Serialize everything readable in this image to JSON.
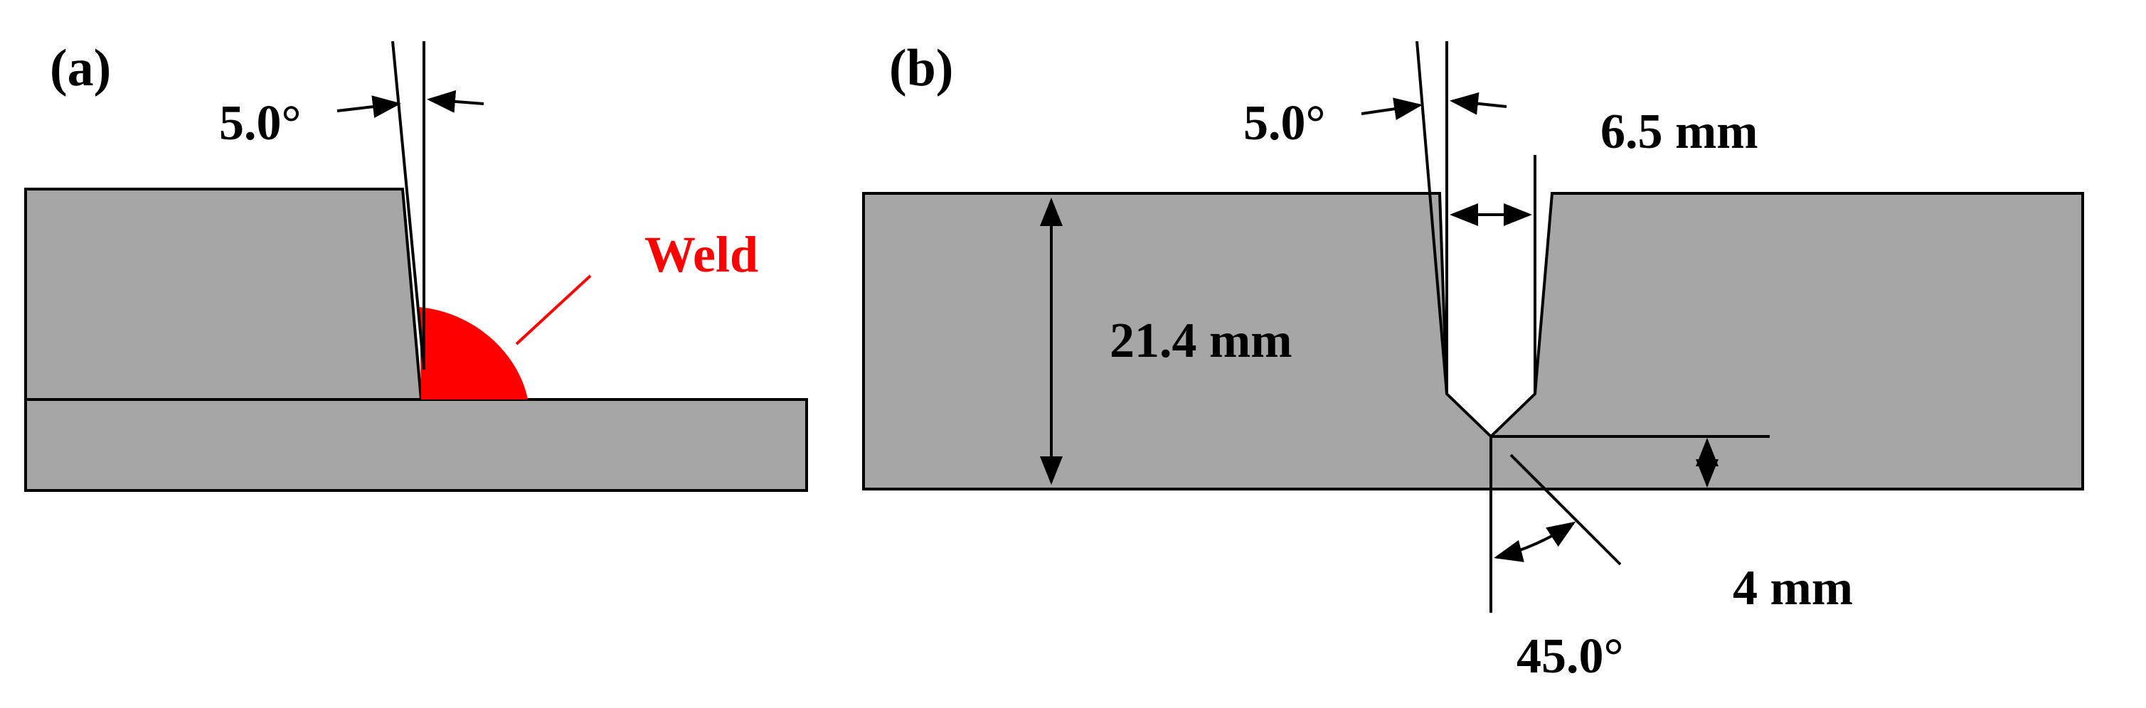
{
  "panel_a": {
    "label": "(a)",
    "angle_label": "5.0°",
    "weld_label": "Weld"
  },
  "panel_b": {
    "label": "(b)",
    "angle_label": "5.0°",
    "gap_label": "6.5 mm",
    "thickness_label": "21.4 mm",
    "root_label": "4 mm",
    "bevel_label": "45.0°"
  },
  "colors": {
    "plate": "#a6a6a6",
    "outline": "#000000",
    "weld": "#ff0000",
    "background": "#ffffff"
  }
}
